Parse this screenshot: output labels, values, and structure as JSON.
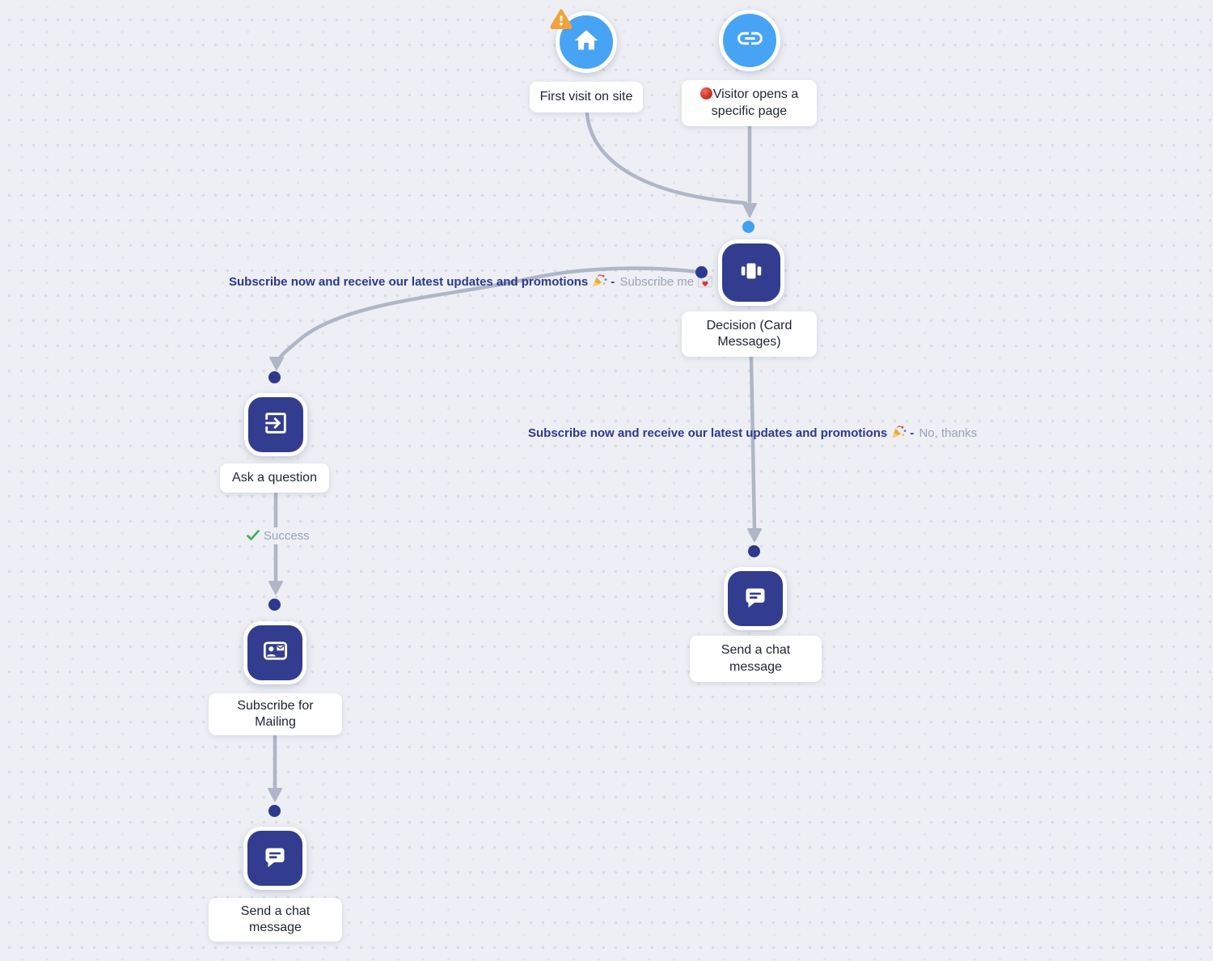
{
  "app": {
    "view": "chatbot-flow-canvas"
  },
  "flow": {
    "nodes": {
      "first_visit": {
        "label": "First visit on site",
        "icon": "home-icon",
        "type": "trigger",
        "has_warning": true
      },
      "visitor_page": {
        "label": "Visitor opens a specific page",
        "icon": "link-icon",
        "type": "trigger",
        "has_red_status_dot": true
      },
      "decision": {
        "label": "Decision (Card Messages)",
        "icon": "card-messages-icon",
        "type": "action"
      },
      "ask_question": {
        "label": "Ask a question",
        "icon": "exit-to-app-icon",
        "type": "action"
      },
      "subscribe_mailing": {
        "label": "Subscribe for Mailing",
        "icon": "contact-mail-icon",
        "type": "action"
      },
      "send_chat_left": {
        "label": "Send a chat message",
        "icon": "chat-bubble-icon",
        "type": "action"
      },
      "send_chat_right": {
        "label": "Send a chat message",
        "icon": "chat-bubble-icon",
        "type": "action"
      }
    },
    "edge_labels": [
      {
        "question": "Subscribe now and receive our latest updates and promotions",
        "question_emoji": "party-popper-emoji",
        "separator": "-",
        "answer": "Subscribe me",
        "answer_emoji": "love-letter-emoji"
      },
      {
        "question": "Subscribe now and receive our latest updates and promotions",
        "question_emoji": "party-popper-emoji",
        "separator": "-",
        "answer": "No, thanks"
      }
    ],
    "branch_labels": {
      "success": "Success"
    }
  },
  "colors": {
    "canvas_bg": "#edeff4",
    "grid_dot": "#d8dce6",
    "trigger_node_blue": "#47a3f4",
    "action_node_indigo": "#333d8f",
    "edge_gray": "#aeb6c7",
    "output_port_indigo": "#2c3a8d",
    "input_port_blue": "#3fa0f4",
    "question_text": "#2c3990",
    "answer_text": "#9aa3b6",
    "success_green": "#42b14c",
    "warning_orange": "#f1a33b",
    "label_text": "#1d2430"
  }
}
